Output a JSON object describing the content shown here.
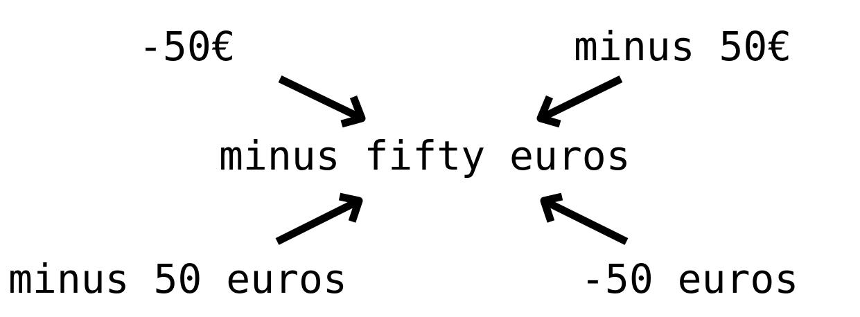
{
  "center": {
    "label": "minus fifty euros"
  },
  "inputs": {
    "top_left": "-50€",
    "top_right": "minus 50€",
    "bottom_left": "minus 50 euros",
    "bottom_right": "-50 euros"
  },
  "colors": {
    "ink": "#000000",
    "background": "#ffffff"
  },
  "arrows": [
    {
      "from": "top_left",
      "to": "center"
    },
    {
      "from": "top_right",
      "to": "center"
    },
    {
      "from": "bottom_left",
      "to": "center"
    },
    {
      "from": "bottom_right",
      "to": "center"
    }
  ]
}
